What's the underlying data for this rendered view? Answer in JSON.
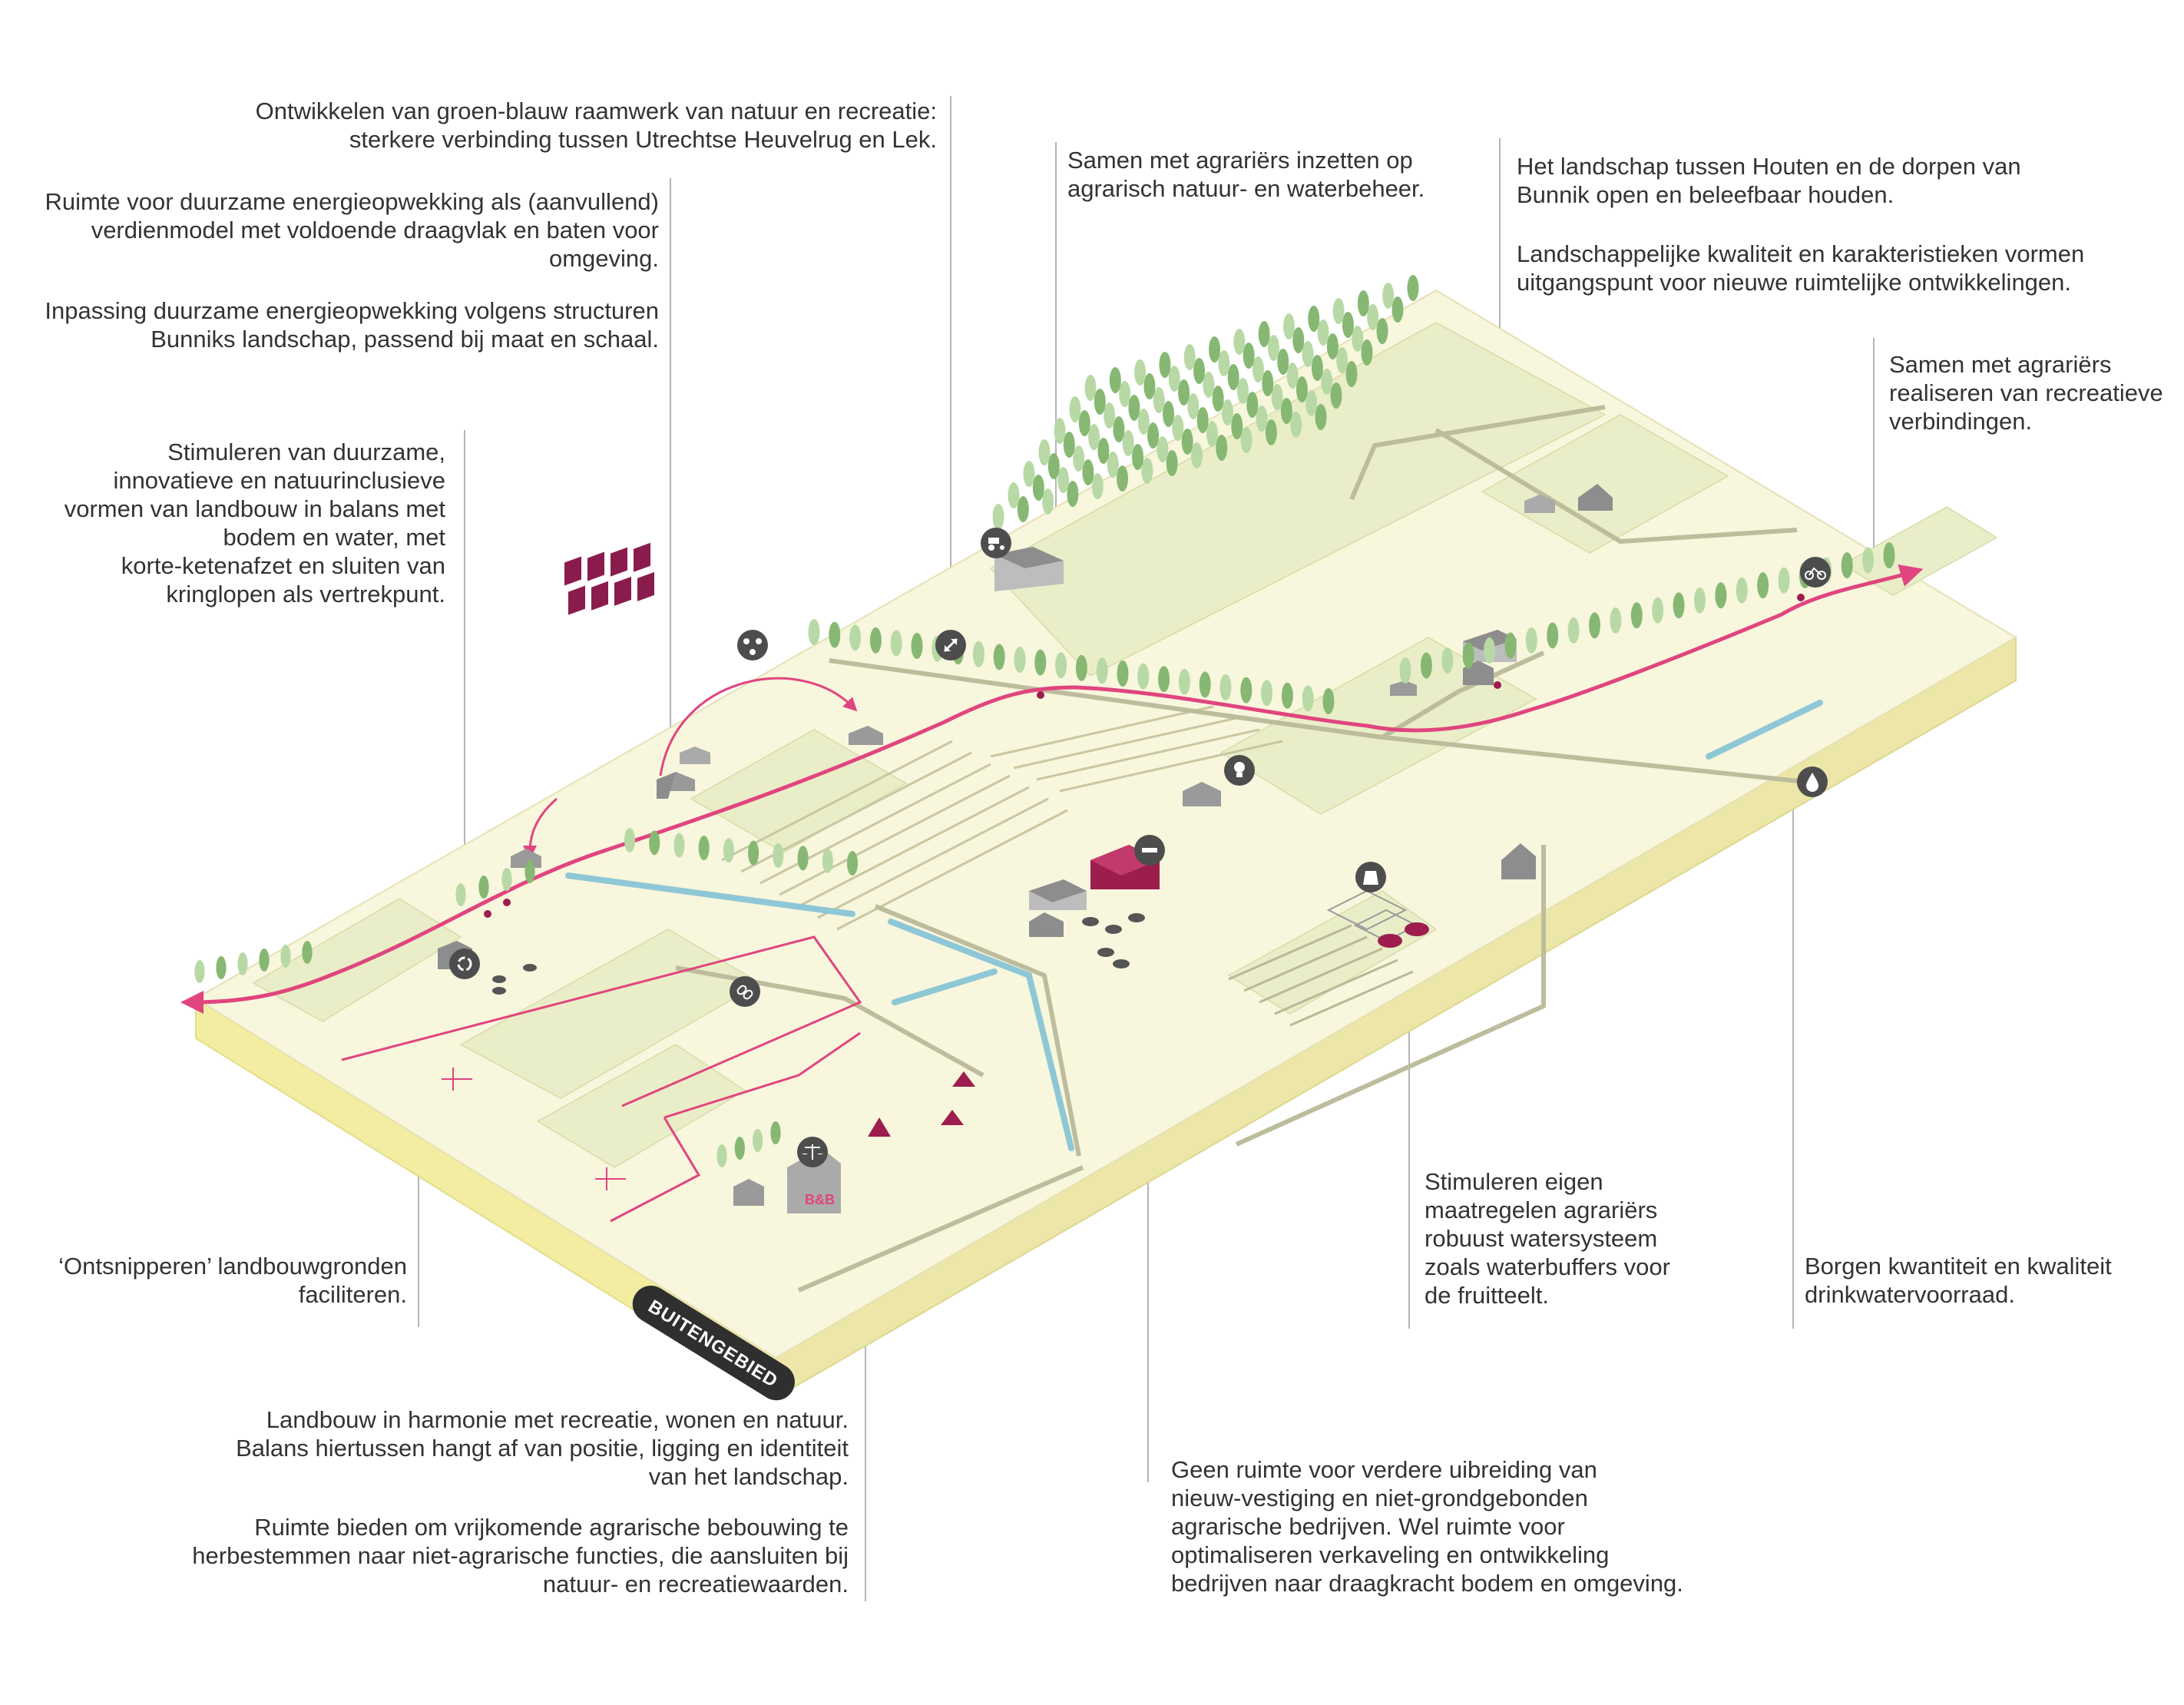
{
  "colors": {
    "land_top": "#f8f6dd",
    "land_side_front": "#f2eda0",
    "land_side_right": "#ece7a8",
    "field_green": "#eaeec8",
    "path": "#bdbc9c",
    "route": "#e0457f",
    "water": "#8ec7d6",
    "tree_light": "#b8d9a5",
    "tree_dark": "#86b873",
    "building": "#8d8d8d",
    "building_light": "#c9c9c9",
    "accent_building": "#9c1d4e",
    "icon_circle": "#4d4d4d",
    "leader_line": "#b5b5b5",
    "text": "#333333"
  },
  "area_label": "BUITENGEBIED",
  "building_label": "B&B",
  "icons": [
    "solar-chain-icon",
    "tractor-icon",
    "expand-arrows-icon",
    "bicycle-icon",
    "lightbulb-icon",
    "water-drop-icon",
    "minus-icon",
    "fertilizer-bag-icon",
    "recycle-icon",
    "chain-link-icon",
    "scales-icon"
  ],
  "annotations": {
    "groen_blauw": "Ontwikkelen van groen-blauw raamwerk van natuur en recreatie:\nsterkere verbinding tussen Utrechtse Heuvelrug en Lek.",
    "energie_verdienmodel": "Ruimte voor duurzame energieopwekking als (aanvullend)\nverdienmodel met voldoende draagvlak en baten voor\nomgeving.",
    "energie_inpassing": "Inpassing duurzame energieopwekking volgens structuren\nBunniks landschap, passend bij maat en schaal.",
    "natuurbeheer": "Samen met agrariërs inzetten op\nagrarisch natuur- en waterbeheer.",
    "landschap_open": "Het landschap tussen Houten en de dorpen van\nBunnik open en beleefbaar houden.",
    "landschap_kwaliteit": "Landschappelijke kwaliteit en karakteristieken vormen\nuitgangspunt voor nieuwe ruimtelijke ontwikkelingen.",
    "recreatieve_verbindingen": "Samen met agrariërs\nrealiseren van recreatieve\nverbindingen.",
    "duurzame_landbouw": "Stimuleren van duurzame,\ninnovatieve en  natuurinclusieve\nvormen van landbouw in balans met\nbodem en water, met\nkorte-ketenafzet en sluiten van\nkringlopen als vertrekpunt.",
    "ontsnipperen": "‘Ontsnipperen’  landbouwgronden\nfaciliteren.",
    "watersysteem": "Stimuleren eigen\nmaatregelen agrariërs\nrobuust watersysteem\nzoals waterbuffers voor\nde fruitteelt.",
    "drinkwater": "Borgen kwantiteit en kwaliteit\ndrinkwatervoorraad.",
    "harmonie": "Landbouw in harmonie met recreatie, wonen en natuur.\nBalans hiertussen hangt af van positie, ligging en identiteit\nvan het landschap.",
    "herbestemmen": "Ruimte bieden om vrijkomende agrarische bebouwing te\nherbestemmen naar niet-agrarische functies, die aansluiten bij\nnatuur- en recreatiewaarden.",
    "geen_uitbreiding": "Geen ruimte voor verdere uibreiding van\nnieuw-vestiging en niet-grondgebonden\nagrarische bedrijven. Wel ruimte voor\noptimaliseren verkaveling en ontwikkeling\nbedrijven naar draagkracht bodem en omgeving."
  }
}
